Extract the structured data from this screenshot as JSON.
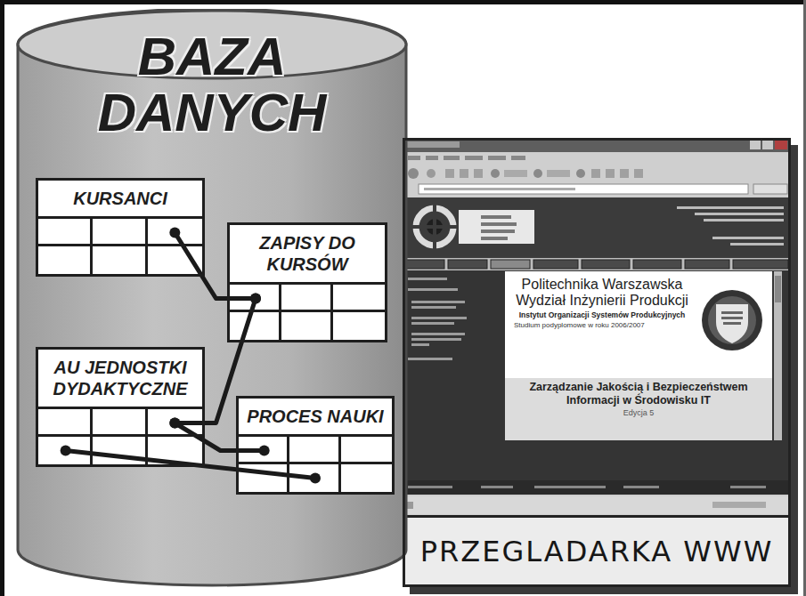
{
  "diagram": {
    "nodes": [
      {
        "text": [
          "BAZA DANYCH"
        ]
      },
      {
        "text": [
          "KURSANCI"
        ],
        "in": 0
      },
      {
        "text": [
          "ZAPISY DO KURSÓW"
        ],
        "in": 0
      },
      {
        "text": [
          "AU JEDNOSTKI DYDAKTYCZNE"
        ],
        "in": 0
      },
      {
        "text": [
          "PROCES NAUKI"
        ],
        "in": 0
      },
      {
        "text": [
          "PRZEGLADARKA WWW"
        ]
      },
      {
        "text": [
          "Politechnika Warszawska Wydział Inżynierii Produkcji",
          "Instytut Organizacji Systemów Produkcyjnych",
          "Studium podyplomowe w roku 2006/2007",
          "Zarządzanie Jakością i Bezpieczeństwem Informacji w Środowisku IT",
          "Edycja 5"
        ],
        "in": 5
      }
    ],
    "edges": [
      {
        "from": 1,
        "to": 2,
        "arrow": "none"
      },
      {
        "from": 2,
        "to": 3,
        "arrow": "none"
      },
      {
        "from": 3,
        "to": 4,
        "arrow": "none"
      },
      {
        "from": 3,
        "to": 4,
        "arrow": "none"
      }
    ]
  }
}
